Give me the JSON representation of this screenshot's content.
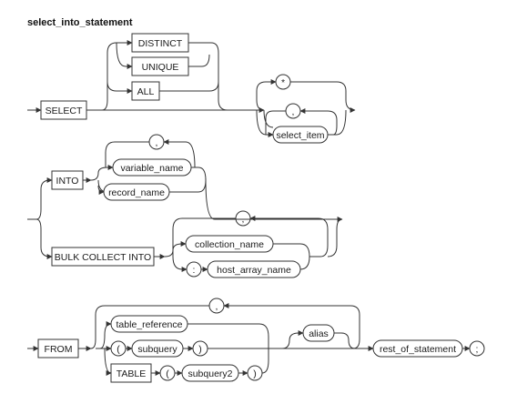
{
  "title": "select_into_statement",
  "keywords": {
    "select": "SELECT",
    "distinct": "DISTINCT",
    "unique": "UNIQUE",
    "all": "ALL",
    "into": "INTO",
    "bulk_collect_into": "BULK  COLLECT  INTO",
    "from": "FROM",
    "table": "TABLE"
  },
  "nonterminals": {
    "select_item": "select_item",
    "variable_name": "variable_name",
    "record_name": "record_name",
    "collection_name": "collection_name",
    "host_array_name": "host_array_name",
    "table_reference": "table_reference",
    "subquery": "subquery",
    "subquery2": "subquery2",
    "alias": "alias",
    "rest_of_statement": "rest_of_statement"
  },
  "symbols": {
    "star": "*",
    "comma": ",",
    "colon": ":",
    "lparen": "(",
    "rparen": ")",
    "semicolon": ";"
  }
}
